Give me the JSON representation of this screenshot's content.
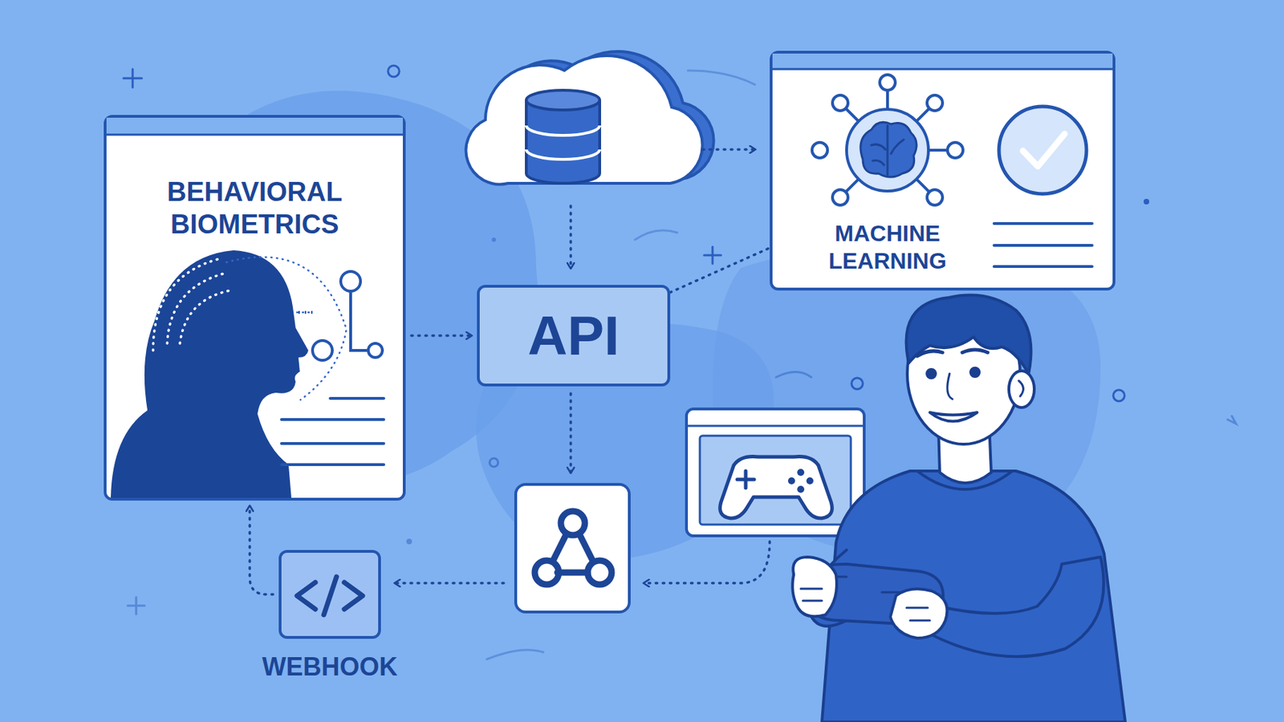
{
  "diagram": {
    "nodes": [
      {
        "text": [
          "BEHAVIORAL BIOMETRICS"
        ]
      },
      {
        "text": [
          "API"
        ]
      },
      {
        "text": [
          "MACHINE LEARNING"
        ]
      },
      {
        "text": [
          "WEBHOOK"
        ]
      }
    ],
    "edges": [
      {
        "from": 0,
        "to": 1,
        "arrow": "to"
      },
      {
        "from": 1,
        "to": 2,
        "arrow": "none"
      },
      {
        "from": 3,
        "to": 0,
        "arrow": "to"
      }
    ]
  }
}
